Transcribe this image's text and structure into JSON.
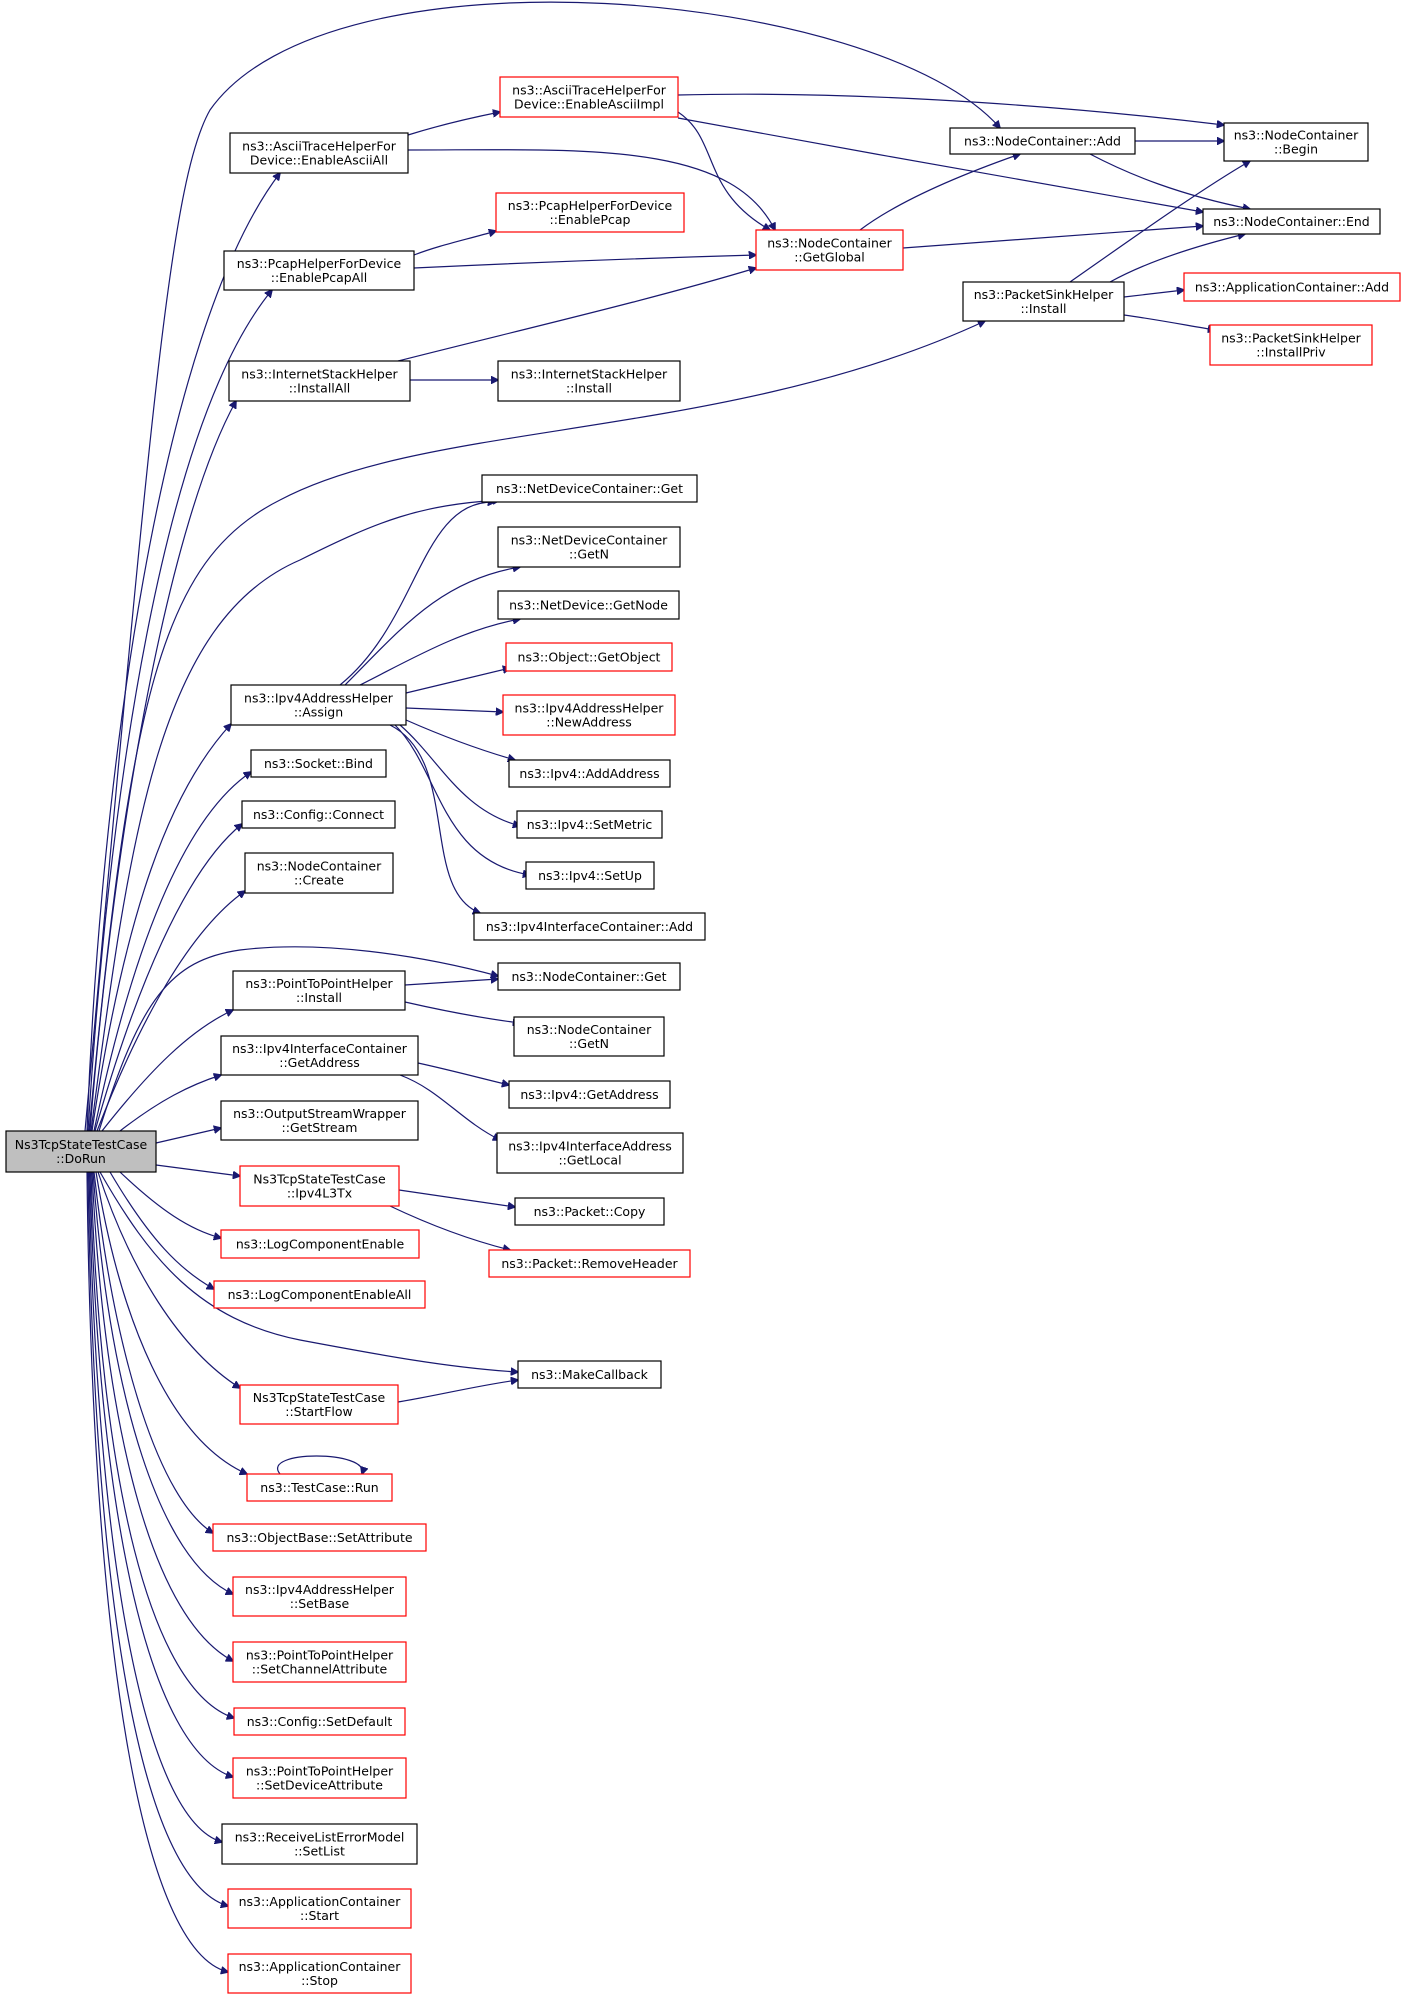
{
  "colors": {
    "edge": "#191970",
    "root_fill": "#bfbfbf",
    "box_border_normal": "#000000",
    "box_border_truncated": "#ff0000"
  },
  "nodes": [
    {
      "id": "root",
      "lines": [
        "Ns3TcpStateTestCase",
        "::DoRun"
      ],
      "style": "root"
    },
    {
      "id": "ascii_all",
      "lines": [
        "ns3::AsciiTraceHelperFor",
        "Device::EnableAsciiAll"
      ],
      "style": "black"
    },
    {
      "id": "ascii_impl",
      "lines": [
        "ns3::AsciiTraceHelperFor",
        "Device::EnableAsciiImpl"
      ],
      "style": "red"
    },
    {
      "id": "nc_add",
      "lines": [
        "ns3::NodeContainer::Add"
      ],
      "style": "black"
    },
    {
      "id": "nc_begin",
      "lines": [
        "ns3::NodeContainer",
        "::Begin"
      ],
      "style": "black"
    },
    {
      "id": "pcap_enable",
      "lines": [
        "ns3::PcapHelperForDevice",
        "::EnablePcap"
      ],
      "style": "red"
    },
    {
      "id": "nc_global",
      "lines": [
        "ns3::NodeContainer",
        "::GetGlobal"
      ],
      "style": "red"
    },
    {
      "id": "nc_end",
      "lines": [
        "ns3::NodeContainer::End"
      ],
      "style": "black"
    },
    {
      "id": "pcap_all",
      "lines": [
        "ns3::PcapHelperForDevice",
        "::EnablePcapAll"
      ],
      "style": "black"
    },
    {
      "id": "psink_install",
      "lines": [
        "ns3::PacketSinkHelper",
        "::Install"
      ],
      "style": "black"
    },
    {
      "id": "appc_add",
      "lines": [
        "ns3::ApplicationContainer::Add"
      ],
      "style": "red"
    },
    {
      "id": "psink_priv",
      "lines": [
        "ns3::PacketSinkHelper",
        "::InstallPriv"
      ],
      "style": "red"
    },
    {
      "id": "ish_all",
      "lines": [
        "ns3::InternetStackHelper",
        "::InstallAll"
      ],
      "style": "black"
    },
    {
      "id": "ish_install",
      "lines": [
        "ns3::InternetStackHelper",
        "::Install"
      ],
      "style": "black"
    },
    {
      "id": "ndc_get",
      "lines": [
        "ns3::NetDeviceContainer::Get"
      ],
      "style": "black"
    },
    {
      "id": "ndc_getn",
      "lines": [
        "ns3::NetDeviceContainer",
        "::GetN"
      ],
      "style": "black"
    },
    {
      "id": "nd_getnode",
      "lines": [
        "ns3::NetDevice::GetNode"
      ],
      "style": "black"
    },
    {
      "id": "obj_getobj",
      "lines": [
        "ns3::Object::GetObject"
      ],
      "style": "red"
    },
    {
      "id": "ipv4ah_assign",
      "lines": [
        "ns3::Ipv4AddressHelper",
        "::Assign"
      ],
      "style": "black"
    },
    {
      "id": "ipv4ah_newaddr",
      "lines": [
        "ns3::Ipv4AddressHelper",
        "::NewAddress"
      ],
      "style": "red"
    },
    {
      "id": "ipv4_addaddr",
      "lines": [
        "ns3::Ipv4::AddAddress"
      ],
      "style": "black"
    },
    {
      "id": "socket_bind",
      "lines": [
        "ns3::Socket::Bind"
      ],
      "style": "black"
    },
    {
      "id": "ipv4_setmetric",
      "lines": [
        "ns3::Ipv4::SetMetric"
      ],
      "style": "black"
    },
    {
      "id": "config_connect",
      "lines": [
        "ns3::Config::Connect"
      ],
      "style": "black"
    },
    {
      "id": "nc_create",
      "lines": [
        "ns3::NodeContainer",
        "::Create"
      ],
      "style": "black"
    },
    {
      "id": "ipv4_setup",
      "lines": [
        "ns3::Ipv4::SetUp"
      ],
      "style": "black"
    },
    {
      "id": "ipv4ic_add",
      "lines": [
        "ns3::Ipv4InterfaceContainer::Add"
      ],
      "style": "black"
    },
    {
      "id": "p2p_install",
      "lines": [
        "ns3::PointToPointHelper",
        "::Install"
      ],
      "style": "black"
    },
    {
      "id": "nc_get",
      "lines": [
        "ns3::NodeContainer::Get"
      ],
      "style": "black"
    },
    {
      "id": "nc_getn",
      "lines": [
        "ns3::NodeContainer",
        "::GetN"
      ],
      "style": "black"
    },
    {
      "id": "ipv4ic_getaddr",
      "lines": [
        "ns3::Ipv4InterfaceContainer",
        "::GetAddress"
      ],
      "style": "black"
    },
    {
      "id": "ipv4_getaddr",
      "lines": [
        "ns3::Ipv4::GetAddress"
      ],
      "style": "black"
    },
    {
      "id": "osw_getstream",
      "lines": [
        "ns3::OutputStreamWrapper",
        "::GetStream"
      ],
      "style": "black"
    },
    {
      "id": "ipv4ia_getlocal",
      "lines": [
        "ns3::Ipv4InterfaceAddress",
        "::GetLocal"
      ],
      "style": "black"
    },
    {
      "id": "tcp_ipv4l3tx",
      "lines": [
        "Ns3TcpStateTestCase",
        "::Ipv4L3Tx"
      ],
      "style": "red"
    },
    {
      "id": "pkt_copy",
      "lines": [
        "ns3::Packet::Copy"
      ],
      "style": "black"
    },
    {
      "id": "log_enable",
      "lines": [
        "ns3::LogComponentEnable"
      ],
      "style": "red"
    },
    {
      "id": "pkt_removeheader",
      "lines": [
        "ns3::Packet::RemoveHeader"
      ],
      "style": "red"
    },
    {
      "id": "log_enableall",
      "lines": [
        "ns3::LogComponentEnableAll"
      ],
      "style": "red"
    },
    {
      "id": "make_callback",
      "lines": [
        "ns3::MakeCallback"
      ],
      "style": "black"
    },
    {
      "id": "tcp_startflow",
      "lines": [
        "Ns3TcpStateTestCase",
        "::StartFlow"
      ],
      "style": "red"
    },
    {
      "id": "testcase_run",
      "lines": [
        "ns3::TestCase::Run"
      ],
      "style": "red"
    },
    {
      "id": "objbase_setattr",
      "lines": [
        "ns3::ObjectBase::SetAttribute"
      ],
      "style": "red"
    },
    {
      "id": "ipv4ah_setbase",
      "lines": [
        "ns3::Ipv4AddressHelper",
        "::SetBase"
      ],
      "style": "red"
    },
    {
      "id": "p2p_setchattr",
      "lines": [
        "ns3::PointToPointHelper",
        "::SetChannelAttribute"
      ],
      "style": "red"
    },
    {
      "id": "config_setdefault",
      "lines": [
        "ns3::Config::SetDefault"
      ],
      "style": "red"
    },
    {
      "id": "p2p_setdevattr",
      "lines": [
        "ns3::PointToPointHelper",
        "::SetDeviceAttribute"
      ],
      "style": "red"
    },
    {
      "id": "rlem_setlist",
      "lines": [
        "ns3::ReceiveListErrorModel",
        "::SetList"
      ],
      "style": "black"
    },
    {
      "id": "appc_start",
      "lines": [
        "ns3::ApplicationContainer",
        "::Start"
      ],
      "style": "red"
    },
    {
      "id": "appc_stop",
      "lines": [
        "ns3::ApplicationContainer",
        "::Stop"
      ],
      "style": "red"
    }
  ]
}
